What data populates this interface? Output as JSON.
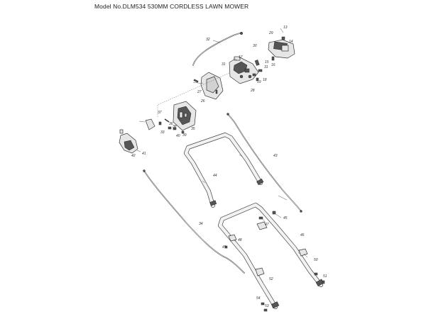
{
  "title": "Model No.DLM534 530MM CORDLESS LAWN MOWER",
  "labels": {
    "p13": "13",
    "p14": "14",
    "p15": "15",
    "p16": "16",
    "p17": "17",
    "p18": "18",
    "p19": "19",
    "p26": "26",
    "p27": "27",
    "p28": "28",
    "p29": "29",
    "p30": "30",
    "p31": "31",
    "p31b": "31",
    "p32": "32",
    "p33": "33",
    "p34": "34",
    "p35": "35",
    "p36": "36",
    "p37": "37",
    "p38": "38",
    "p39": "39",
    "p40": "40",
    "p41": "41",
    "p42": "42",
    "p43": "43",
    "p44": "44",
    "p45": "45",
    "p46": "46",
    "p47": "47",
    "p48": "48",
    "p49": "49",
    "p50": "50",
    "p51": "51",
    "p52": "52",
    "p53": "53",
    "p54": "54"
  }
}
